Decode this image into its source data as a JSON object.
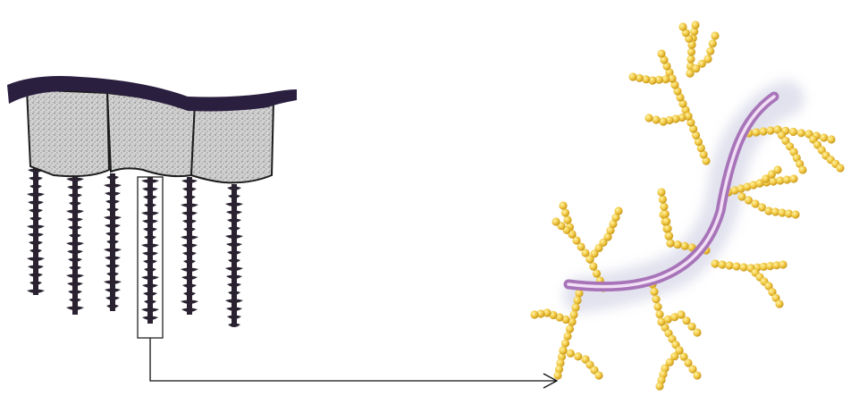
{
  "figure": {
    "left_panel": "tissue-cross-section-with-brush-border",
    "right_panel": "branched-glycoprotein-molecule",
    "connector": "arrow-from-inset-to-molecule"
  },
  "colors": {
    "background": "#ffffff",
    "membrane": "#2b1f3f",
    "cell_fill": "#cfcfcf",
    "cell_stipple": "#555555",
    "projection": "#2a2230",
    "inset_box": "#222222",
    "arrow": "#111111",
    "backbone": "#b98ac8",
    "backbone_highlight": "#f1dff5",
    "chain": "#e9c24a",
    "chain_highlight": "#fff3a8",
    "shadow": "#c9cbe0"
  }
}
